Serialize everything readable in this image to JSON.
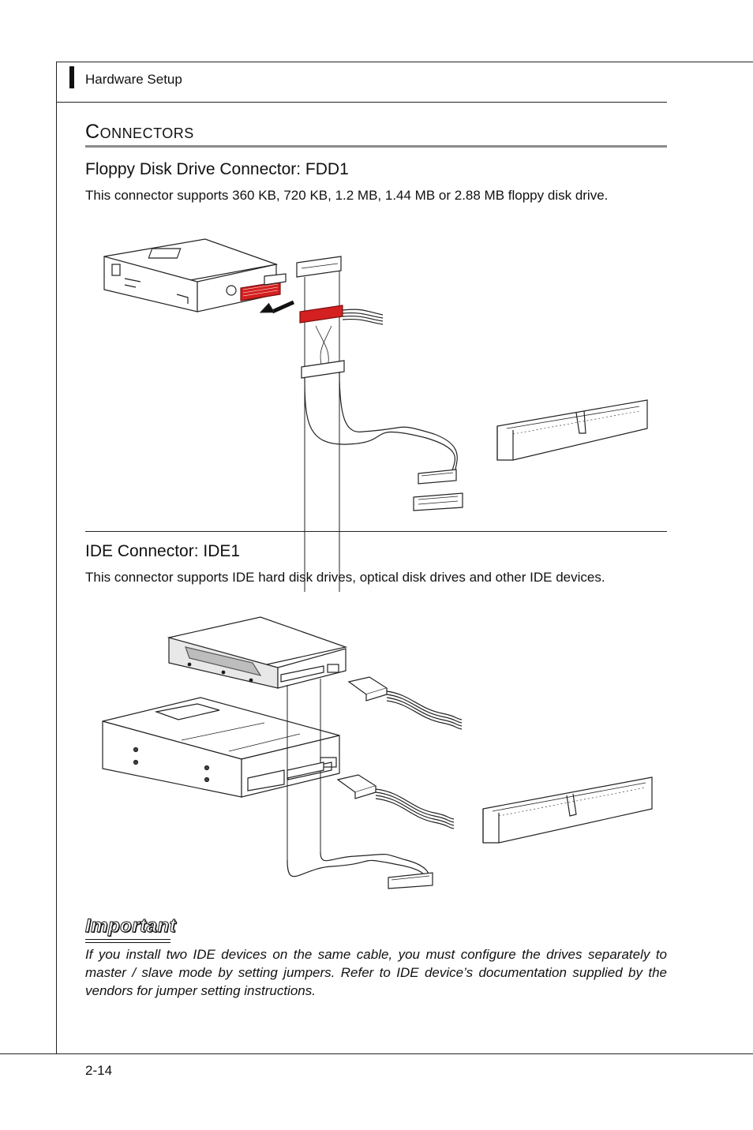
{
  "header": {
    "section_label": "Hardware Setup"
  },
  "page": {
    "title_big": "C",
    "title_rest": "ONNECTORS",
    "page_number": "2-14"
  },
  "fdd": {
    "heading": "Floppy Disk Drive Connector: FDD1",
    "description": "This connector supports 360 KB, 720 KB, 1.2 MB, 1.44 MB or 2.88 MB floppy disk drive."
  },
  "ide": {
    "heading": "IDE Connector: IDE1",
    "description": "This connector supports IDE hard disk drives, optical disk drives and other IDE devices."
  },
  "important": {
    "label": "Important",
    "note": "If you install two IDE devices on the same cable, you must configure the drives separately to master / slave mode by setting jumpers. Refer to IDE device’s documentation supplied by the vendors for jumper setting instructions."
  },
  "colors": {
    "highlight_connector": "#d42020",
    "rule": "#8a8a8a"
  }
}
